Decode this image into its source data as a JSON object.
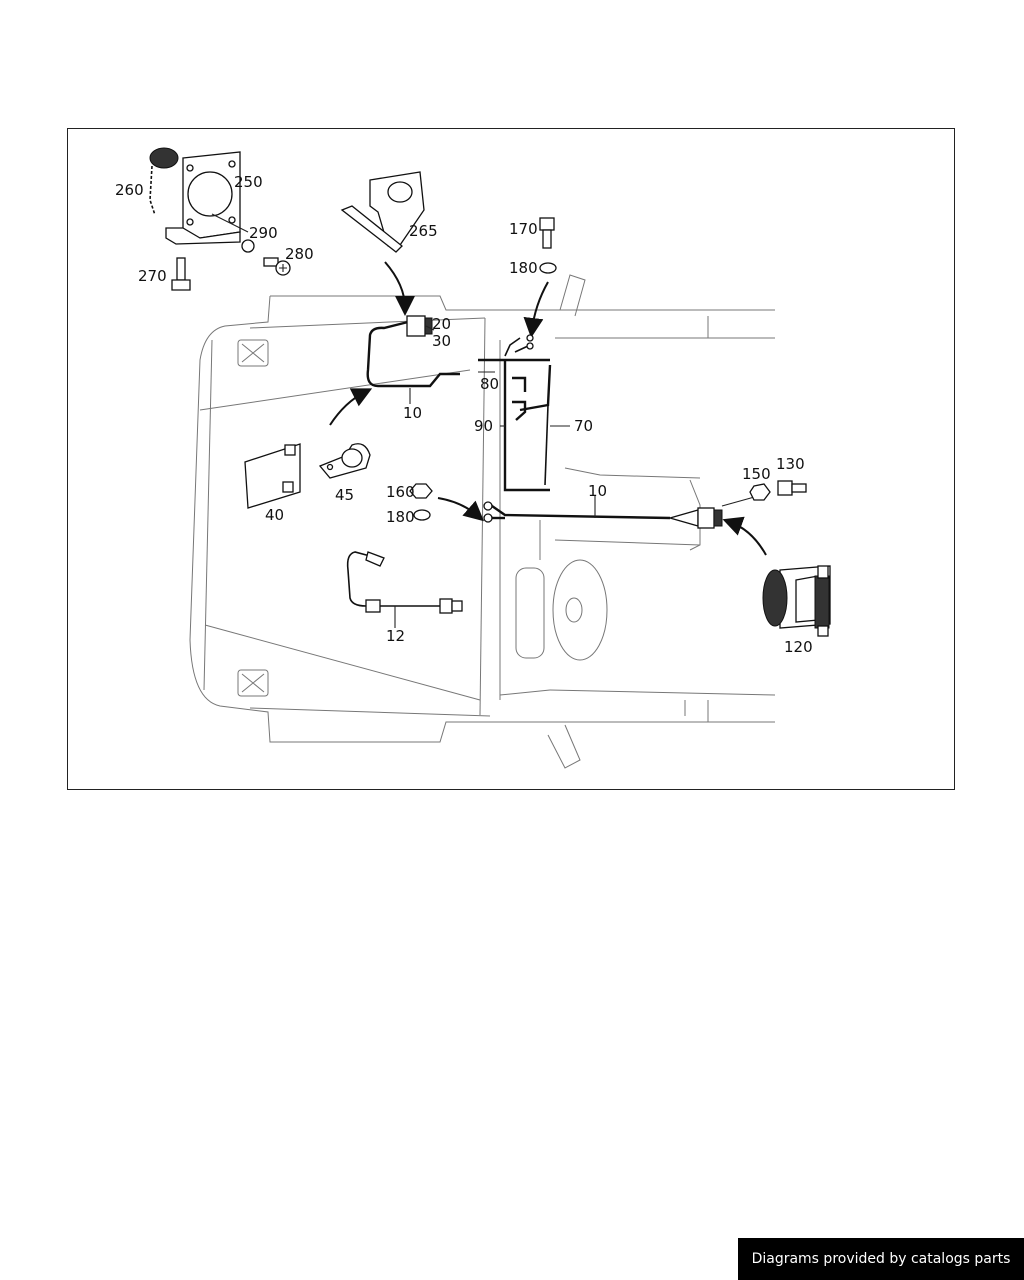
{
  "labels": {
    "l260": "260",
    "l250": "250",
    "l290": "290",
    "l280": "280",
    "l270": "270",
    "l265": "265",
    "l170": "170",
    "l180a": "180",
    "l20": "20",
    "l30": "30",
    "l80": "80",
    "l10a": "10",
    "l90": "90",
    "l70": "70",
    "l40": "40",
    "l45": "45",
    "l160": "160",
    "l180b": "180",
    "l10b": "10",
    "l150": "150",
    "l130": "130",
    "l12": "12",
    "l120": "120"
  },
  "footer": {
    "text": "Diagrams provided by catalogs parts"
  }
}
